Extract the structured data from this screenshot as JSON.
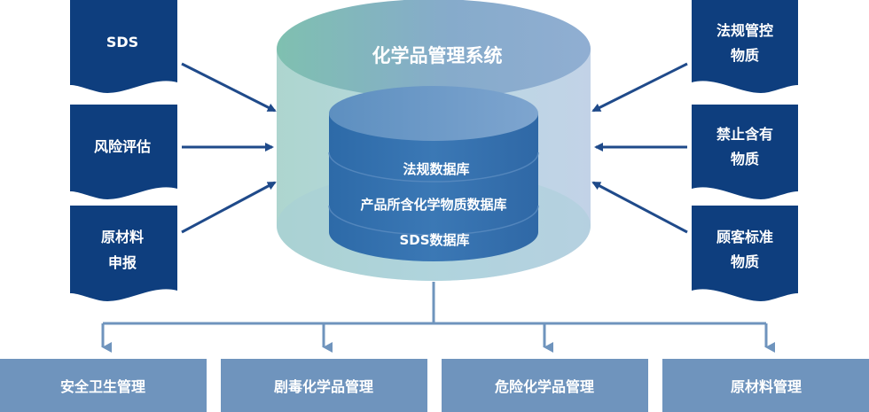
{
  "system": {
    "title": "化学品管理系统",
    "databases": [
      "法规数据库",
      "产品所含化学物质数据库",
      "SDS数据库"
    ]
  },
  "left_inputs": [
    {
      "lines": [
        "SDS"
      ]
    },
    {
      "lines": [
        "风险评估"
      ]
    },
    {
      "lines": [
        "原材料",
        "申报"
      ]
    }
  ],
  "right_inputs": [
    {
      "lines": [
        "法规管控",
        "物质"
      ]
    },
    {
      "lines": [
        "禁止含有",
        "物质"
      ]
    },
    {
      "lines": [
        "顾客标准",
        "物质"
      ]
    }
  ],
  "outputs": [
    "安全卫生管理",
    "剧毒化学品管理",
    "危险化学品管理",
    "原材料管理"
  ],
  "colors": {
    "doc_fill": "#0e3e7e",
    "arrow": "#1f4a8a",
    "output_fill": "#6f94bd",
    "connector": "#6f94bd"
  }
}
